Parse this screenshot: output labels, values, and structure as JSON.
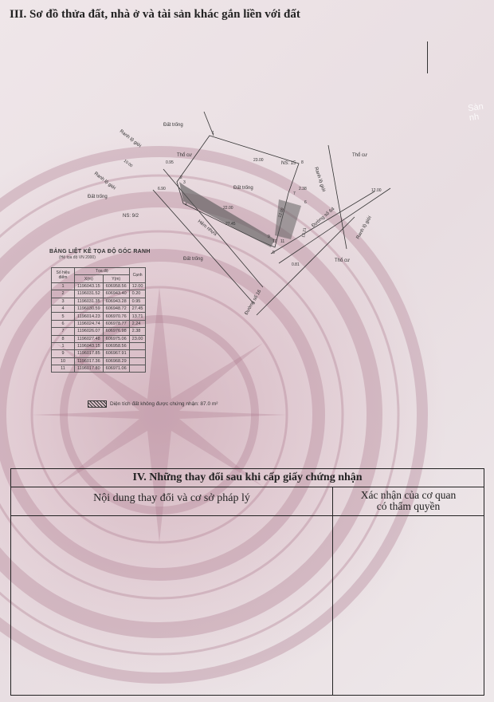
{
  "header": {
    "section_title": "III. Sơ đồ thửa đất, nhà ở và tài sản khác gắn liền với đất"
  },
  "map": {
    "labels": {
      "dat_trong_top": "Đất trống",
      "ranh_lo_gioi_top": "Ranh lộ giới",
      "tho_cu_top": "Thổ cư",
      "ns_15": "NS: 15",
      "tho_cu_right": "Thổ cư",
      "ranh_lo_gioi_right": "Ranh lộ giới",
      "ranh_lo_gioi_left": "Ranh lộ giới",
      "dat_trong_left": "Đất trống",
      "ns_9_2": "NS: 9/2",
      "dat_trong_center": "Đất trống",
      "hem_nhua": "Hẻm nhựa",
      "duong_so_64": "Đường số 64",
      "ranh_lo_gioi_far_right": "Ranh lộ giới",
      "tho_cu_lower_right": "Thổ cư",
      "dat_trong_lower": "Đất trống",
      "duong_so_16": "Đường số 16"
    },
    "dimensions": {
      "d_23_00_top": "23.00",
      "d_10_00": "10.00",
      "d_0_95": "0.95",
      "d_2_38": "2.38",
      "d_12_00": "12.00",
      "d_22_00": "22.00",
      "d_27_45": "27.45",
      "d_12_00_mid": "12.00",
      "d_13_21": "13.21",
      "d_0_81": "0.81",
      "d_6_90": "6.90"
    },
    "points": [
      "1",
      "2",
      "3",
      "4",
      "5",
      "6",
      "7",
      "8",
      "9",
      "10",
      "11"
    ]
  },
  "coords_table": {
    "title": "BẢNG LIỆT KÊ TỌA ĐỘ GÓC RANH",
    "subtitle": "(Hệ tọa độ VN 2000)",
    "headers": {
      "point": "Số hiệu điểm",
      "toado": "Tọa độ",
      "x": "X(m)",
      "y": "Y(m)",
      "edge": "Cạnh"
    },
    "rows": [
      {
        "n": "1",
        "x": "1196043.15",
        "y": "606958.56",
        "c": "12.00"
      },
      {
        "n": "2",
        "x": "1196031.52",
        "y": "606943.40",
        "c": "0.20"
      },
      {
        "n": "3",
        "x": "1196031.35",
        "y": "606943.28",
        "c": "0.95"
      },
      {
        "n": "4",
        "x": "1196030.59",
        "y": "606948.72",
        "c": "27.45"
      },
      {
        "n": "5",
        "x": "1196014.23",
        "y": "606970.76",
        "c": "13.71"
      },
      {
        "n": "6",
        "x": "1196024.74",
        "y": "606978.77",
        "c": "2.24"
      },
      {
        "n": "7",
        "x": "1196026.07",
        "y": "606976.98",
        "c": "2.38"
      },
      {
        "n": "8",
        "x": "1196027.48",
        "y": "606975.06",
        "c": "23.00"
      },
      {
        "n": "1",
        "x": "1196043.15",
        "y": "606958.56",
        "c": ""
      },
      {
        "n": "9",
        "x": "1196017.85",
        "y": "606967.91",
        "c": ""
      },
      {
        "n": "10",
        "x": "1196017.36",
        "y": "606968.29",
        "c": ""
      },
      {
        "n": "11",
        "x": "1196017.80",
        "y": "606971.06",
        "c": ""
      }
    ]
  },
  "legend": {
    "text": "Diện tích đất không được chứng nhận: 87.0 m²"
  },
  "changes": {
    "title": "IV. Những thay đổi sau khi cấp giấy chứng nhận",
    "col1": "Nội dung thay đổi và cơ sở pháp lý",
    "col2_line1": "Xác nhận của cơ quan",
    "col2_line2": "có thẩm quyền"
  },
  "watermark": {
    "text": "Sàn nh"
  },
  "colors": {
    "paper": "#e9dfe2",
    "emblem": "#c396a5",
    "ink": "#222222"
  }
}
